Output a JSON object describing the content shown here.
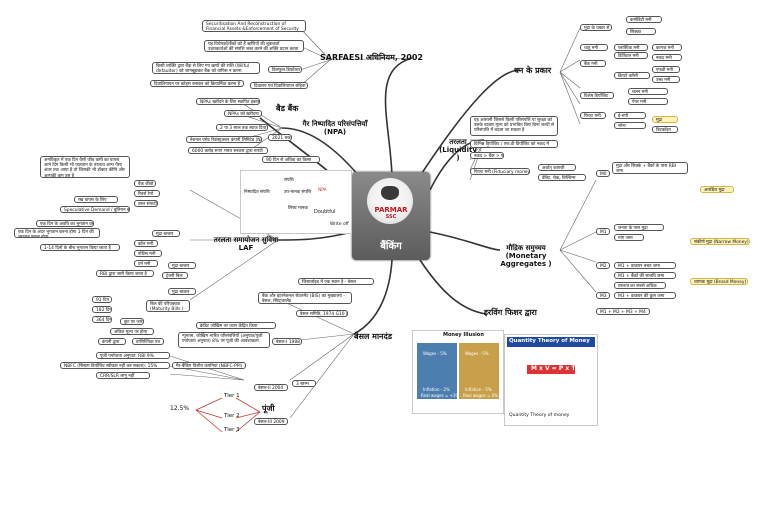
{
  "center": {
    "logo_top": "PARMAR",
    "logo_sub": "SSC",
    "title": "बैंकिंग"
  },
  "branches": {
    "sarfaesi": "SARFAESI अधिनियम, 2002",
    "bad_bank": "बैड बैंक",
    "npa": "गैर निष्पादित परिसंपत्तियाँ (NPA)",
    "liquidity": "तरलता (Liquidity )",
    "laf": "तरलता समायोजन सुविधा LAF",
    "basel": "बेसल मानदंड",
    "money_types": "धन के प्रकार",
    "monetary": "मौद्रिक समुच्चय (Monetary Aggregates )",
    "irving": "इरविंग फिशर द्वारा"
  },
  "sarfaesi_items": [
    "Securitisation And Reconstruction of Financial Assets &Enforcement of Security Interest Act",
    "यह विधेयकों/बैंकों को हैं ऋणियों की चूककर्ता उधारकर्ताओं की संपत्ति जब्त करने की शक्ति प्रदान करता है",
    "किसी व्यक्ति द्वारा बैंक से लिए गए ऋणों की राशि (Wilful defaulter) को जानबूझकर बैंक को वापिस न करना",
    "विलफुल डिफॉल्टर",
    "दिवालय एवं दिवालियापन संहिता ( IBC), 2016",
    "दिवालियापन पर कोड्स बनाकर को क्रियान्वित करना है"
  ],
  "bad_bank_items": [
    "NPAs खरीदने के लिए स्थापित इकाई की व्यवस्था",
    "NPAs को ख़रीदना"
  ],
  "npa_items": [
    "2 या 3 साल तक ब्याज दिया जाता है",
    "2021 बजट",
    "नेशनल एसेट रिकंस्ट्रक्शन कंपनी लिमिटेड (NARCL)",
    "6000 करोड़ रुपए भारत सरकार द्वारा गारंटी"
  ],
  "npa_grid": {
    "note": "90 दिन से अधिक का किस्त",
    "root": "संपत्ति",
    "standard": "निष्पादित संपत्ति",
    "substandard": "उप-मानक संपत्ति",
    "npa": "NPA",
    "loss": "लिफ्ट मानक",
    "doubtful": "Doubtful",
    "writeoff": "Write off"
  },
  "liquidity_items": [
    "वह आसानी जिससे किसी परिसंपत्ति या सुरक्षा को उसके बाज़ार मूल्य को प्रभावित किए बिना जल्दी से परिसंपत्ति में बदला जा सकता है",
    "विभिन्न डिपॉजिट / एफ.डी डिपॉजिट को नकद में बदलना है",
    "नकद > बैंक > फंड",
    "फिएट मनी (Fiduciary money )",
    "अर्थात् काग़ज़ी",
    "डेबिट, चेक, बिल्डिंग्स"
  ],
  "laf_left": [
    "अनधिकृत में एक दिन वैसी जीव कमी का वापस आने दिन किसी भी फलतान के तरलता अल्प पैसा अंतर तक आया है तो जिसकी भी डॉक्टर कीमि और अल्पकी कम उस है",
    "वैक कीवो",
    "रिवर्स रेपो",
    "रख वापस के लिए",
    "तरल संपादी",
    "Speculative Demand / बुलियन बॉन्ड्स",
    "एक दिन के अवधि का भुगतान वरना जो ब्याज",
    "एक दिन के अंदर भुगतान करना होगा 1 दिन की भुगतान करना होता",
    "1-14 दिनों के बीच भुगतान किया जाता है",
    "मुद्रा बाजार",
    "कॉल मनी",
    "नोटिस मनी",
    "टर्म मनी",
    "मुद्रा बाजार",
    "RBI द्वारा जारी किया जाता है",
    "ट्रेजरी बिल",
    "91 दिन",
    "182 दिन",
    "364 दिन",
    "बिल की परिपक्वता (Maturity Bills )",
    "छूट पर जारी",
    "अंकित मूल्य पर होगा",
    "मुद्रा बाजार",
    "कंपनी द्वारा",
    "वाणिज्यिक पत्र"
  ],
  "basel_items": [
    "जिस्टर्लाइड में एक स्थान है - बेसल",
    "बैंक और इंटरनेशनल सेटलमेंट (BIS) का मुख्यालय - बेसल, स्विट्जरलैंड",
    "बेसल समिति, 1974 G10 द्वारा",
    "क्रेडिट जोखिम पर ध्यान केंद्रित किया",
    "न्यूनतम, जोखिम भारित परिसंपत्तियों (अनुपात/पूंजी पर्याप्तता अनुपात) 8% पर पूंजी की आवश्यकता",
    "बेसल-I 1988",
    "बेसल-II 2004",
    "बेसल-III 2009",
    "3 स्तम्भ",
    "पूंजी पर्याप्तता अनुपात: RBI 9%",
    "NBFC (सिस्टम डिपॉजिट स्वीकार नहीं कर सकता): 15%",
    "CRR/SLR लागू नहीं",
    "गैर-बैंकिंग वित्तीय कंपनियां (NBFC-PPI)"
  ],
  "tiers": {
    "pct": "12.5%",
    "tier1": "Tier 1",
    "tier2": "Tier 2",
    "tier3": "Tier 3",
    "capital": "पूंजी"
  },
  "money_items": [
    "मुद्रा के प्रकार से है",
    "कमोडिटी मनी",
    "सिक्का",
    "धातु मनी",
    "प्लास्टिक मनी",
    "डिजिटल मनी",
    "कागज़ मनी",
    "नकद मनी",
    "बैंक मनी",
    "एफडी मनी",
    "उच्च मनी",
    "क्रिप्टो करेंसी",
    "विशेष डिपॉजिट",
    "चलन मनी",
    "पेपर मनी",
    "फिएट मनी",
    "ई-रुपी",
    "सोना",
    "मुद्रा",
    "बिटकॉइन"
  ],
  "monetary_items": [
    "M0",
    "M1",
    "M2",
    "M3",
    "मुद्रा और सिक्के + बैंकों के पास RBI जमा",
    "जनता के पास मुद्रा",
    "मांग जमा",
    "M1 + डाकघर बचत जमा",
    "M1 + बैंकों की सावधि जमा",
    "M3 + डाकघर की कुल जमा",
    "संकीर्ण मुद्रा (Narrow Money)",
    "व्यापक मुद्रा (Broad Money)",
    "आरक्षित मुद्रा",
    "तरलता का सबसे अधिक",
    "M1 + M2 + M3 + M4"
  ],
  "irving": {
    "card1_title": "Money Illusion",
    "card1_wage1": "Wages - 5%",
    "card1_wage2": "Wages - 5%",
    "card1_infl1": "Inflation - 2%",
    "card1_infl2": "Inflation - 5%",
    "card1_real1": "Real wages = +3%",
    "card1_real2": "Real wages = 0%",
    "card2_title": "Quantity Theory of Money",
    "equation": "M x V = P x T",
    "footer": "Quantity Theory of money"
  }
}
